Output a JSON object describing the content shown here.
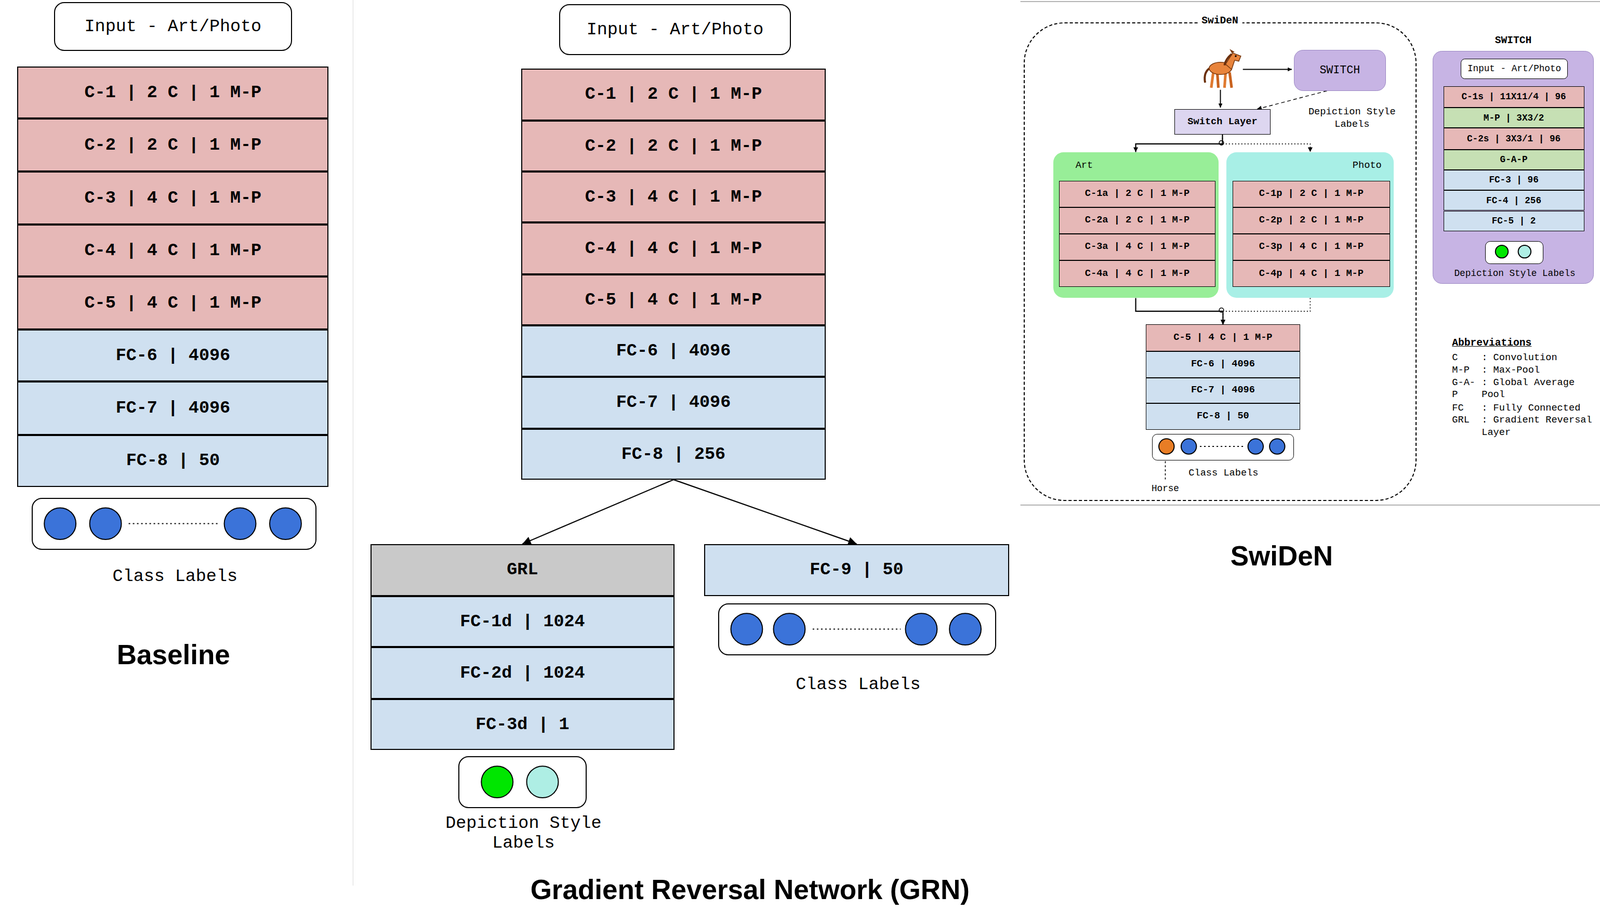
{
  "diagram": {
    "nodes": [
      {
        "text": [
          "Input - Art/Photo"
        ]
      },
      {
        "text": [
          "C-1 | 2 C | 1 M-P"
        ]
      },
      {
        "text": [
          "C-2 | 2 C | 1 M-P"
        ]
      },
      {
        "text": [
          "C-3 | 4 C | 1 M-P"
        ]
      },
      {
        "text": [
          "C-4 | 4 C | 1 M-P"
        ]
      },
      {
        "text": [
          "C-5 | 4 C | 1 M-P"
        ]
      },
      {
        "text": [
          "FC-6 | 4096"
        ]
      },
      {
        "text": [
          "FC-7 | 4096"
        ]
      },
      {
        "text": [
          "FC-8 | 50"
        ]
      },
      {
        "text": [
          "Class Labels"
        ]
      },
      {
        "text": [
          "Input - Art/Photo"
        ]
      },
      {
        "text": [
          "C-1 | 2 C | 1 M-P"
        ]
      },
      {
        "text": [
          "C-2 | 2 C | 1 M-P"
        ]
      },
      {
        "text": [
          "C-3 | 4 C | 1 M-P"
        ]
      },
      {
        "text": [
          "C-4 | 4 C | 1 M-P"
        ]
      },
      {
        "text": [
          "C-5 | 4 C | 1 M-P"
        ]
      },
      {
        "text": [
          "FC-6 | 4096"
        ]
      },
      {
        "text": [
          "FC-7 | 4096"
        ]
      },
      {
        "text": [
          "FC-8 | 256"
        ]
      },
      {
        "text": [
          "GRL"
        ]
      },
      {
        "text": [
          "FC-1d | 1024"
        ]
      },
      {
        "text": [
          "FC-2d | 1024"
        ]
      },
      {
        "text": [
          "FC-3d | 1"
        ]
      },
      {
        "text": [
          "Depiction Style Labels"
        ]
      },
      {
        "text": [
          "FC-9 | 50"
        ]
      },
      {
        "text": [
          "Class Labels"
        ]
      },
      {
        "text": [
          "SwiDeN"
        ]
      },
      {
        "text": [
          "SWITCH"
        ],
        "in": 26
      },
      {
        "text": [
          "Switch Layer"
        ],
        "in": 26
      },
      {
        "text": [
          "Art"
        ],
        "in": 26
      },
      {
        "text": [
          "C-1a | 2 C | 1 M-P"
        ],
        "in": 29
      },
      {
        "text": [
          "C-2a | 2 C | 1 M-P"
        ],
        "in": 29
      },
      {
        "text": [
          "C-3a | 4 C | 1 M-P"
        ],
        "in": 29
      },
      {
        "text": [
          "C-4a | 4 C | 1 M-P"
        ],
        "in": 29
      },
      {
        "text": [
          "Photo"
        ],
        "in": 26
      },
      {
        "text": [
          "C-1p | 2 C | 1 M-P"
        ],
        "in": 34
      },
      {
        "text": [
          "C-2p | 2 C | 1 M-P"
        ],
        "in": 34
      },
      {
        "text": [
          "C-3p | 4 C | 1 M-P"
        ],
        "in": 34
      },
      {
        "text": [
          "C-4p | 4 C | 1 M-P"
        ],
        "in": 34
      },
      {
        "text": [
          "C-5 | 4 C | 1 M-P"
        ],
        "in": 26
      },
      {
        "text": [
          "FC-6 | 4096"
        ],
        "in": 26
      },
      {
        "text": [
          "FC-7 | 4096"
        ],
        "in": 26
      },
      {
        "text": [
          "FC-8 | 50"
        ],
        "in": 26
      },
      {
        "text": [
          "Class Labels"
        ],
        "in": 26
      },
      {
        "text": [
          "SWITCH"
        ]
      },
      {
        "text": [
          "Input - Art/Photo"
        ],
        "in": 44
      },
      {
        "text": [
          "C-1s | 11X11/4 | 96"
        ],
        "in": 44
      },
      {
        "text": [
          "M-P | 3X3/2"
        ],
        "in": 44
      },
      {
        "text": [
          "C-2s | 3X3/1 | 96"
        ],
        "in": 44
      },
      {
        "text": [
          "G-A-P"
        ],
        "in": 44
      },
      {
        "text": [
          "FC-3 | 96"
        ],
        "in": 44
      },
      {
        "text": [
          "FC-4 | 256"
        ],
        "in": 44
      },
      {
        "text": [
          "FC-5 | 2"
        ],
        "in": 44
      },
      {
        "text": [
          "Depiction Style Labels"
        ],
        "in": 44
      }
    ],
    "edges": [
      {
        "from": 18,
        "to": 19,
        "arrow": "to"
      },
      {
        "from": 18,
        "to": 24,
        "arrow": "to"
      },
      {
        "from": 27,
        "to": 28,
        "label": "Depiction Style Labels",
        "arrow": "to"
      },
      {
        "from": 28,
        "to": 29,
        "arrow": "to"
      },
      {
        "from": 28,
        "to": 34,
        "arrow": "to"
      },
      {
        "from": 29,
        "to": 39,
        "arrow": "to"
      },
      {
        "from": 34,
        "to": 39,
        "arrow": "to"
      }
    ],
    "labels": [
      "Baseline",
      "Gradient Reversal Network (GRN)",
      "SwiDeN",
      "Horse",
      "Abbreviations",
      "C",
      ": Convolution",
      "M-P",
      ": Max-Pool",
      "G-A-P",
      ": Global Average Pool",
      "FC",
      ": Fully Connected",
      "GRL",
      ": Gradient Reversal Layer"
    ]
  }
}
